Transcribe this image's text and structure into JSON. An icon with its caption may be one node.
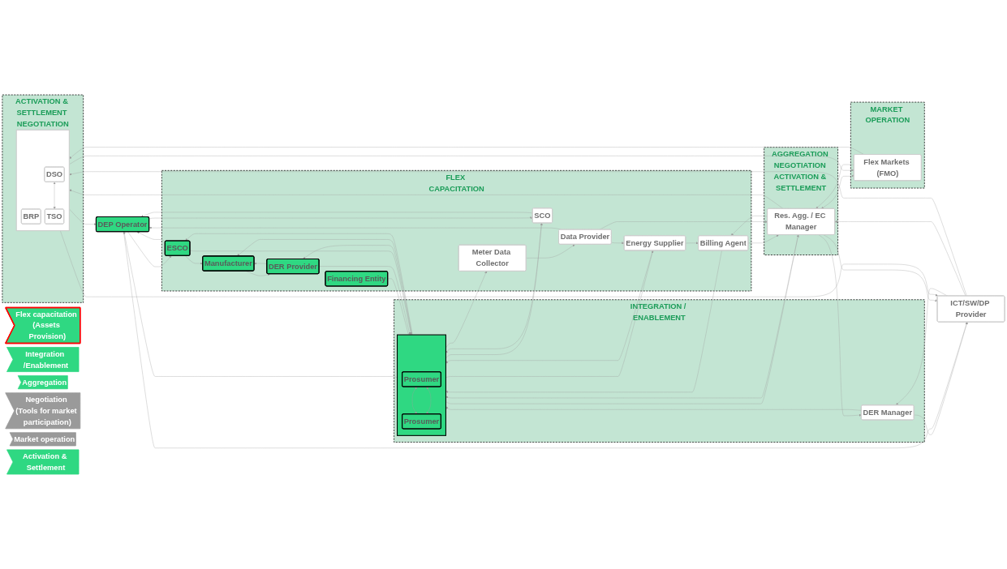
{
  "diagram": {
    "nodes": [
      {
        "text": [
          "Flex capacitation (Assets Provision)"
        ]
      },
      {
        "text": [
          "Integration /Enablement"
        ]
      },
      {
        "text": [
          "Aggregation"
        ]
      },
      {
        "text": [
          "Negotiation (Tools for market participation)"
        ]
      },
      {
        "text": [
          "Market operation"
        ]
      },
      {
        "text": [
          "Activation & Settlement"
        ]
      },
      {
        "text": [
          "FLEX CAPACITATION"
        ]
      },
      {
        "text": [
          "Financing Entity"
        ],
        "in": 6
      },
      {
        "text": [
          "Meter Data Collector"
        ],
        "in": 6
      },
      {
        "text": [
          "Data Provider"
        ],
        "in": 6
      },
      {
        "text": [
          "Energy Supplier"
        ],
        "in": 6
      },
      {
        "text": [
          "Billing Agent"
        ],
        "in": 6
      },
      {
        "text": [
          "DER Provider"
        ],
        "in": 6
      },
      {
        "text": [
          "Manufacturer"
        ],
        "in": 6
      },
      {
        "text": [
          "ESCO"
        ],
        "in": 6
      },
      {
        "text": [
          "INTEGRATION / ENABLEMENT"
        ]
      },
      {
        "text": [],
        "shape": "box",
        "in": 15
      },
      {
        "text": [
          "Prosumer"
        ],
        "in": 16
      },
      {
        "text": [
          "Prosumer"
        ],
        "in": 16
      },
      {
        "text": [
          "DER Manager"
        ],
        "in": 15
      },
      {
        "text": [
          "DEP Operator"
        ]
      },
      {
        "text": [
          "SCO"
        ],
        "in": 6
      },
      {
        "text": [
          "AGGREGATION NEGOTIATION ACTIVATION & SETTLEMENT"
        ]
      },
      {
        "text": [
          "Res. Agg. / EC Manager"
        ],
        "in": 22
      },
      {
        "text": [
          "MARKET OPERATION"
        ]
      },
      {
        "text": [
          "Flex Markets (FMO)"
        ],
        "in": 24
      },
      {
        "text": [
          "ACTIVATION & SETTLEMENT NEGOTIATION"
        ]
      },
      {
        "text": [],
        "shape": "box",
        "in": 26
      },
      {
        "text": [
          "BRP"
        ],
        "in": 27
      },
      {
        "text": [
          "DSO"
        ],
        "in": 27
      },
      {
        "text": [
          "TSO"
        ],
        "in": 27
      },
      {
        "text": [
          "ICT/SW/DP Provider"
        ]
      }
    ],
    "edges": [
      {
        "from": 8,
        "to": 9,
        "arrow": "to"
      },
      {
        "from": 9,
        "to": 10,
        "arrow": "to"
      },
      {
        "from": 10,
        "to": 11,
        "arrow": "to"
      },
      {
        "from": 16,
        "to": 8,
        "arrow": "to"
      },
      {
        "from": 7,
        "to": 16,
        "arrow": "none"
      },
      {
        "from": 16,
        "to": 12,
        "arrow": "to"
      },
      {
        "from": 12,
        "to": 16,
        "arrow": "to"
      },
      {
        "from": 12,
        "to": 13,
        "arrow": "to"
      },
      {
        "from": 13,
        "to": 12,
        "arrow": "to"
      },
      {
        "from": 16,
        "to": 13,
        "arrow": "to"
      },
      {
        "from": 16,
        "to": 14,
        "arrow": "to"
      },
      {
        "from": 14,
        "to": 16,
        "arrow": "to"
      },
      {
        "from": 14,
        "to": 13,
        "arrow": "to"
      },
      {
        "from": 20,
        "to": 14,
        "arrow": "to"
      },
      {
        "from": 14,
        "to": 20,
        "arrow": "to"
      },
      {
        "from": 17,
        "to": 18,
        "arrow": "both"
      },
      {
        "from": 17,
        "to": 18,
        "arrow": "both"
      },
      {
        "from": 16,
        "to": 21,
        "arrow": "to"
      },
      {
        "from": 21,
        "to": 16,
        "arrow": "to"
      },
      {
        "from": 16,
        "to": 20,
        "arrow": "to"
      },
      {
        "from": 9,
        "to": 20,
        "arrow": "to"
      },
      {
        "from": 20,
        "to": 21,
        "arrow": "to"
      },
      {
        "from": 21,
        "to": 20,
        "arrow": "to"
      },
      {
        "from": 19,
        "to": 16,
        "arrow": "to"
      },
      {
        "from": 23,
        "to": 19,
        "arrow": "to"
      },
      {
        "from": 19,
        "to": 31,
        "arrow": "to"
      },
      {
        "from": 31,
        "to": 19,
        "arrow": "to"
      },
      {
        "from": 20,
        "to": 31,
        "arrow": "to"
      },
      {
        "from": 27,
        "to": 20,
        "arrow": "to"
      },
      {
        "from": 31,
        "to": 27,
        "arrow": "to"
      },
      {
        "from": 27,
        "to": 31,
        "arrow": "to"
      },
      {
        "from": 31,
        "to": 23,
        "arrow": "to"
      },
      {
        "from": 23,
        "to": 31,
        "arrow": "to"
      },
      {
        "from": 25,
        "to": 23,
        "arrow": "to"
      },
      {
        "from": 27,
        "to": 25,
        "arrow": "to"
      },
      {
        "from": 23,
        "to": 25,
        "arrow": "both"
      },
      {
        "from": 25,
        "to": 27,
        "arrow": "to"
      },
      {
        "from": 23,
        "to": 27,
        "arrow": "to"
      },
      {
        "from": 29,
        "to": 30,
        "arrow": "both"
      },
      {
        "from": 11,
        "to": 16,
        "arrow": "to"
      },
      {
        "from": 10,
        "to": 16,
        "arrow": "to"
      },
      {
        "from": 16,
        "to": 10,
        "arrow": "to"
      },
      {
        "from": 11,
        "to": 23,
        "arrow": "to"
      },
      {
        "from": 23,
        "to": 11,
        "arrow": "to"
      },
      {
        "from": 9,
        "to": 23,
        "arrow": "to"
      },
      {
        "from": 23,
        "to": 16,
        "arrow": "to"
      },
      {
        "from": 16,
        "to": 23,
        "arrow": "to"
      }
    ]
  }
}
